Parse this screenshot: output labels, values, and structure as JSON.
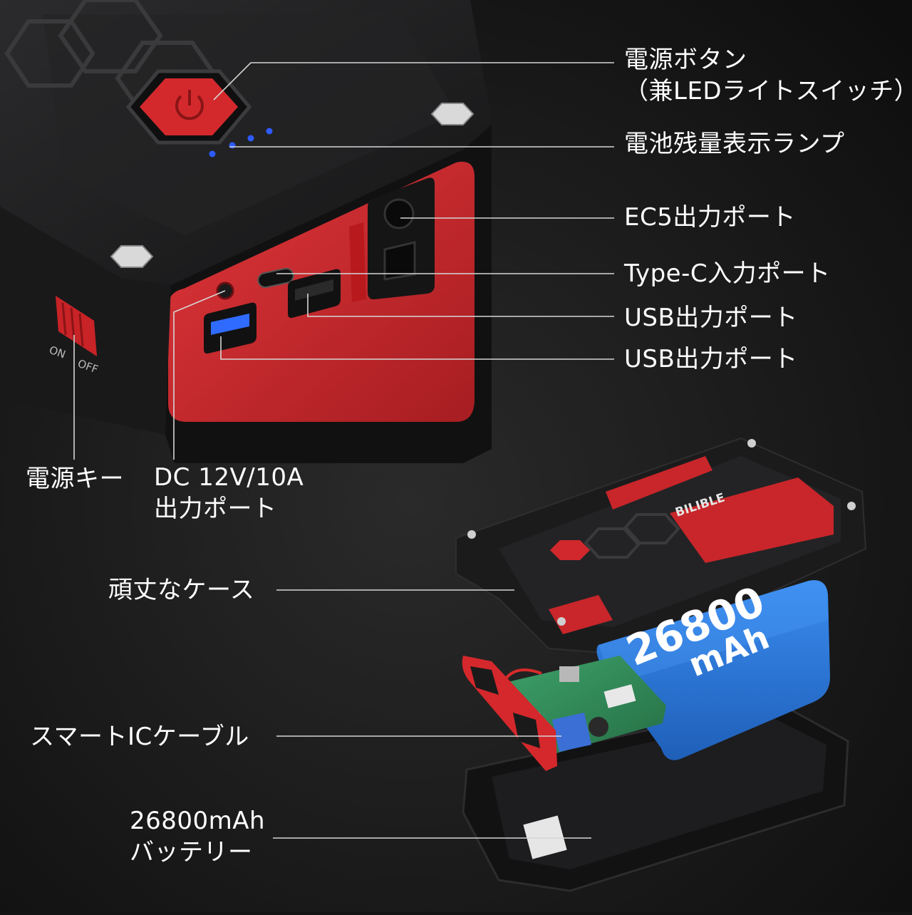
{
  "callouts": {
    "power_button": {
      "line1": "電源ボタン",
      "line2": "（兼LEDライトスイッチ）"
    },
    "battery_indicator": "電池残量表示ランプ",
    "ec5_port": "EC5出力ポート",
    "typec_port": "Type-C入力ポート",
    "usb_port_1": "USB出力ポート",
    "usb_port_2": "USB出力ポート",
    "power_key": "電源キー",
    "dc_port": {
      "line1": "DC 12V/10A",
      "line2": "出力ポート"
    },
    "case": "頑丈なケース",
    "smart_ic": "スマートICケーブル",
    "battery": {
      "line1": "26800mAh",
      "line2": "バッテリー"
    }
  },
  "device": {
    "switch_on": "ON",
    "switch_off": "OFF",
    "brand": "BILIBLE",
    "battery_capacity_number": "26800",
    "battery_capacity_unit": "mAh"
  },
  "colors": {
    "accent_red": "#d4282c",
    "body_black": "#1c1c1e",
    "battery_blue": "#2f78d8",
    "pcb_green": "#2f8a57",
    "led_blue": "#2d5bff"
  }
}
